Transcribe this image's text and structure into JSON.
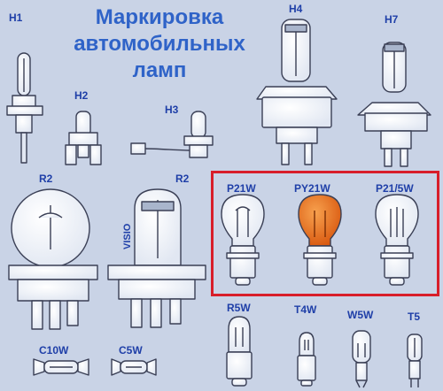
{
  "title": {
    "line1": "Маркировка",
    "line2": "автомобильных",
    "line3": "ламп"
  },
  "labels": {
    "h1": "H1",
    "h2": "H2",
    "h3": "H3",
    "h4": "H4",
    "h7": "H7",
    "r2_left": "R2",
    "r2_right": "R2",
    "visio": "VISIO",
    "p21w": "P21W",
    "py21w": "PY21W",
    "p21_5w": "P21/5W",
    "r5w": "R5W",
    "t4w": "T4W",
    "w5w": "W5W",
    "t5": "T5",
    "c10w": "C10W",
    "c5w": "C5W"
  },
  "colors": {
    "background": "#c9d3e6",
    "label": "#1f3fa8",
    "title": "#2f63c8",
    "highlight_border": "#d81e2a",
    "amber_bulb": "#e4610e"
  },
  "highlighted_group": [
    "P21W",
    "PY21W",
    "P21/5W"
  ]
}
